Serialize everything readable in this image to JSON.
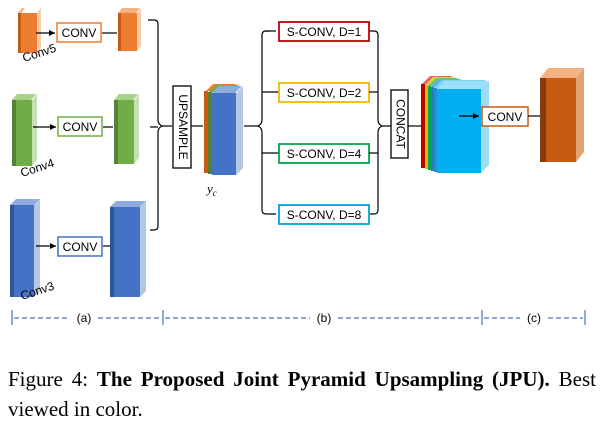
{
  "diagram": {
    "backbone": {
      "conv5_label": "Conv5",
      "conv4_label": "Conv4",
      "conv3_label": "Conv3",
      "conv_box": "CONV",
      "colors": {
        "conv5": "#ED7D31",
        "conv4": "#70AD47",
        "conv3": "#4472C4"
      }
    },
    "upsample_label": "UPSAMPLE",
    "yc_label": "y",
    "yc_sub": "c",
    "sconv": [
      {
        "label": "S-CONV, D=1",
        "color": "#C00000"
      },
      {
        "label": "S-CONV, D=2",
        "color": "#F2B705"
      },
      {
        "label": "S-CONV, D=4",
        "color": "#00A651"
      },
      {
        "label": "S-CONV, D=8",
        "color": "#00A0DC"
      }
    ],
    "concat_label": "CONCAT",
    "output_conv": {
      "label": "CONV",
      "color": "#C55A11"
    },
    "sections": [
      "(a)",
      "(b)",
      "(c)"
    ]
  },
  "caption": {
    "prefix": "Figure 4:",
    "bold": "The Proposed Joint Pyramid Upsampling (JPU).",
    "rest": "Best viewed in color."
  }
}
